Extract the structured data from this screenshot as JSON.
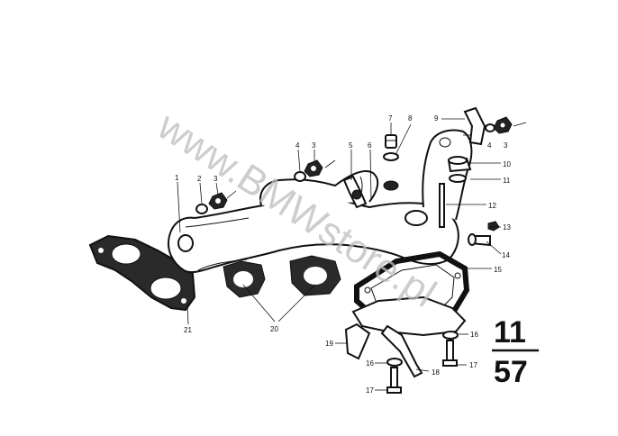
{
  "watermark": "www.BMWstore.pl",
  "section": {
    "group": "11",
    "number": "57"
  },
  "callouts": {
    "c1": "1",
    "c2": "2",
    "c3a": "3",
    "c4a": "4",
    "c3b": "3",
    "c5": "5",
    "c6": "6",
    "c7": "7",
    "c8": "8",
    "c9": "9",
    "c4b": "4",
    "c3c": "3",
    "c10": "10",
    "c11": "11",
    "c12": "12",
    "c13": "13",
    "c14": "14",
    "c15": "15",
    "c16a": "16",
    "c17a": "17",
    "c16b": "16",
    "c17b": "17",
    "c18": "18",
    "c19": "19",
    "c20": "20",
    "c21": "21"
  }
}
